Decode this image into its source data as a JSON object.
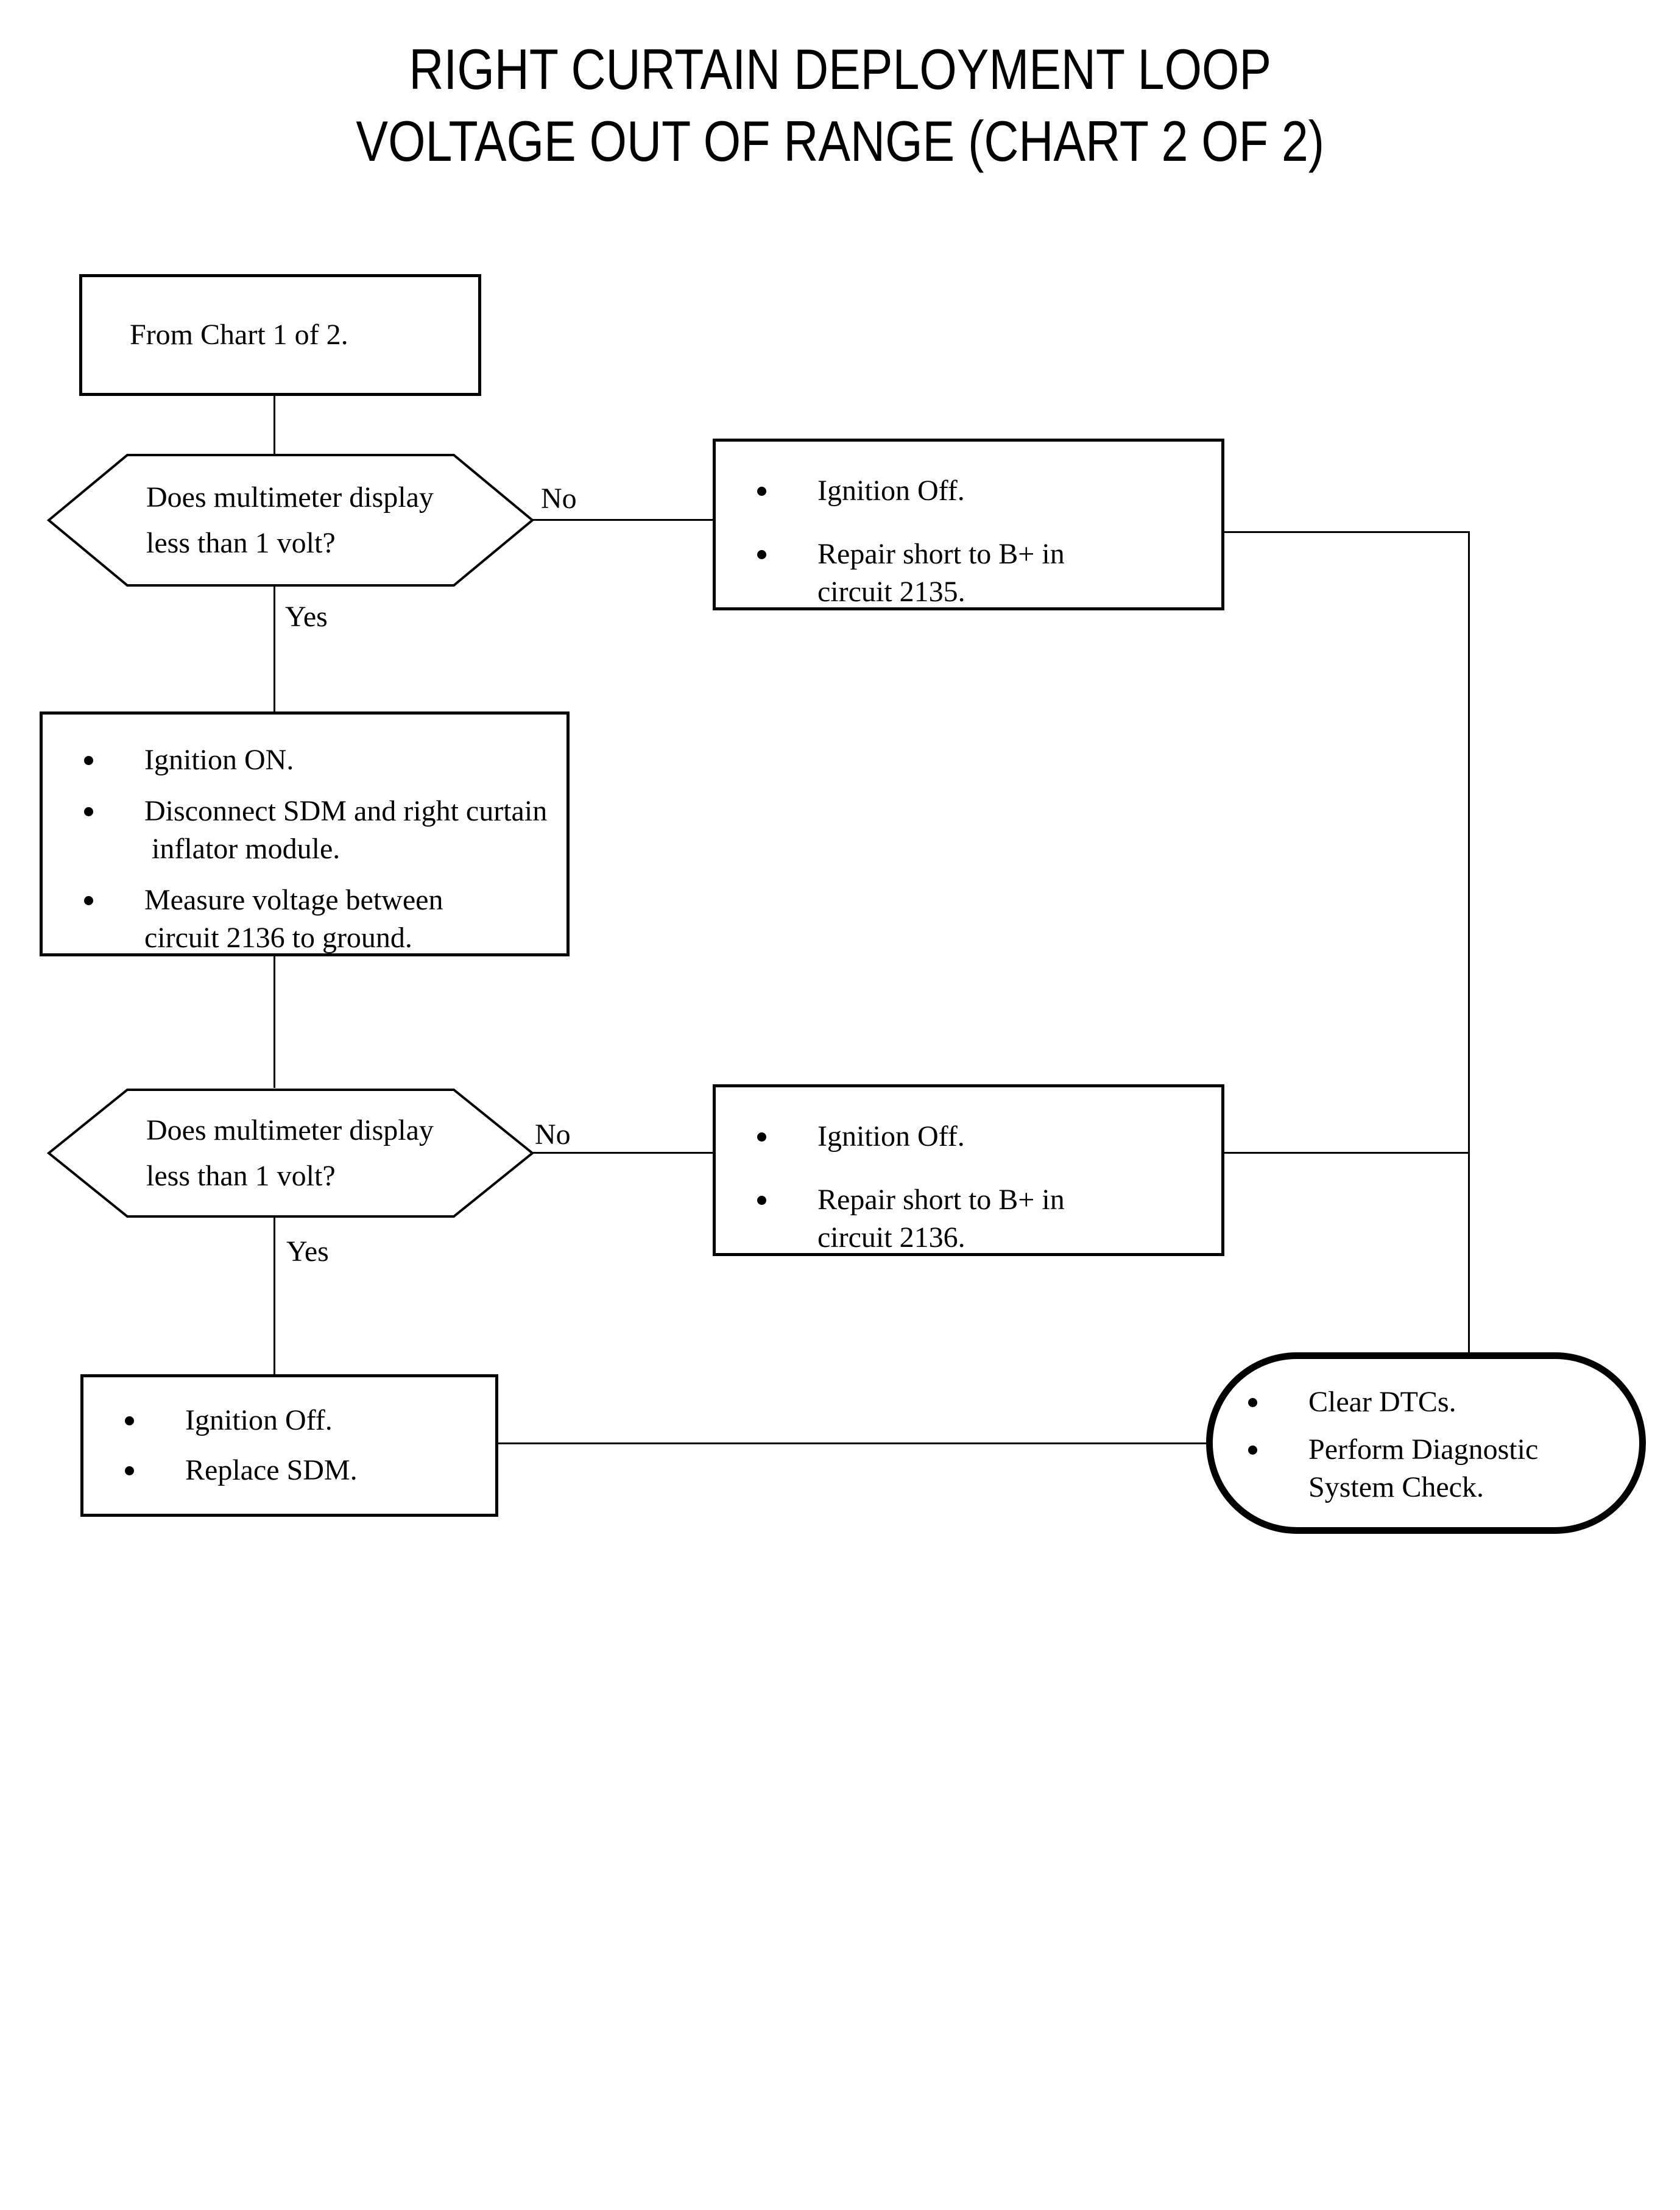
{
  "page": {
    "background": "#ffffff",
    "ink": "#000000"
  },
  "title": {
    "line1": "RIGHT CURTAIN DEPLOYMENT LOOP",
    "line2": "VOLTAGE OUT OF RANGE (CHART 2 OF 2)"
  },
  "labels": {
    "no1": "No",
    "yes1": "Yes",
    "no2": "No",
    "yes2": "Yes"
  },
  "icons": {
    "bullet": "filled-circle"
  },
  "nodes": {
    "from_chart": {
      "shape": "rectangle",
      "text": "From Chart 1 of 2."
    },
    "decision1": {
      "shape": "hexagon",
      "line1": "Does multimeter display",
      "line2": "less than 1 volt?"
    },
    "repair2135": {
      "shape": "rectangle",
      "items": [
        {
          "lines": [
            "Ignition Off."
          ]
        },
        {
          "lines": [
            "Repair short to B+ in",
            "circuit 2135."
          ]
        }
      ]
    },
    "instructions": {
      "shape": "rectangle",
      "items": [
        {
          "lines": [
            "Ignition ON."
          ]
        },
        {
          "lines": [
            "Disconnect SDM and right curtain",
            " inflator module."
          ]
        },
        {
          "lines": [
            "Measure voltage between",
            "circuit 2136 to ground."
          ]
        }
      ]
    },
    "decision2": {
      "shape": "hexagon",
      "line1": "Does multimeter display",
      "line2": "less than 1 volt?"
    },
    "repair2136": {
      "shape": "rectangle",
      "items": [
        {
          "lines": [
            "Ignition Off."
          ]
        },
        {
          "lines": [
            "Repair short to B+ in",
            "circuit 2136."
          ]
        }
      ]
    },
    "replace_sdm": {
      "shape": "rectangle",
      "items": [
        {
          "lines": [
            "Ignition Off."
          ]
        },
        {
          "lines": [
            "Replace SDM."
          ]
        }
      ]
    },
    "terminal": {
      "shape": "stadium",
      "items": [
        {
          "lines": [
            "Clear DTCs."
          ]
        },
        {
          "lines": [
            "Perform Diagnostic",
            "System Check."
          ]
        }
      ]
    }
  }
}
